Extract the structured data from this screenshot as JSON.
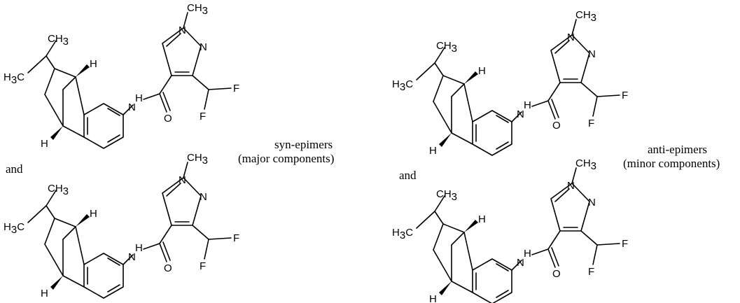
{
  "molecule_labels": {
    "methyl_on_n": "CH",
    "three": "3",
    "n_atom": "N",
    "nh": "H",
    "nh_n": "N",
    "o_atom": "O",
    "f_atom": "F",
    "h_atom": "H",
    "h3c": "H",
    "h3c_c": "C",
    "ch3_top": "CH"
  },
  "captions": {
    "syn_italic": "syn",
    "syn_rest": "-epimers",
    "syn_sub": "(major components)",
    "anti_italic": "anti",
    "anti_rest": "-epimers",
    "anti_sub": "(minor components)",
    "and_left": "and",
    "and_right": "and"
  }
}
